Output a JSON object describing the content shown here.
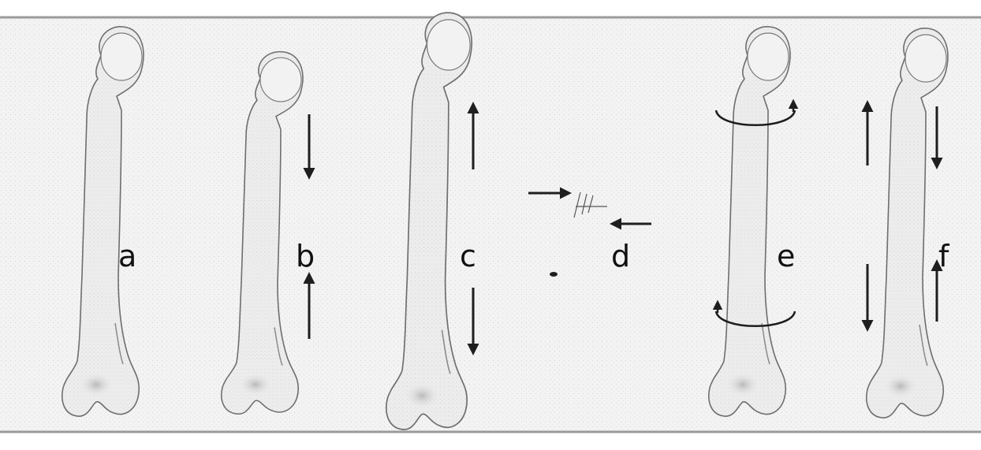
{
  "figure": {
    "panels": [
      {
        "id": "a",
        "label": "a",
        "stress": "none"
      },
      {
        "id": "b",
        "label": "b",
        "stress": "compression"
      },
      {
        "id": "c",
        "label": "c",
        "stress": "tension"
      },
      {
        "id": "d",
        "label": "d",
        "stress": "shear"
      },
      {
        "id": "e",
        "label": "e",
        "stress": "torsion"
      },
      {
        "id": "f",
        "label": "f",
        "stress": "bending"
      }
    ],
    "colors": {
      "background_band": "#f2f2f2",
      "band_border": "#9a9a9a",
      "bone_fill": "#ececec",
      "bone_outline": "#6e6e6e",
      "arrow": "#1e1e1e",
      "label": "#111111"
    }
  }
}
